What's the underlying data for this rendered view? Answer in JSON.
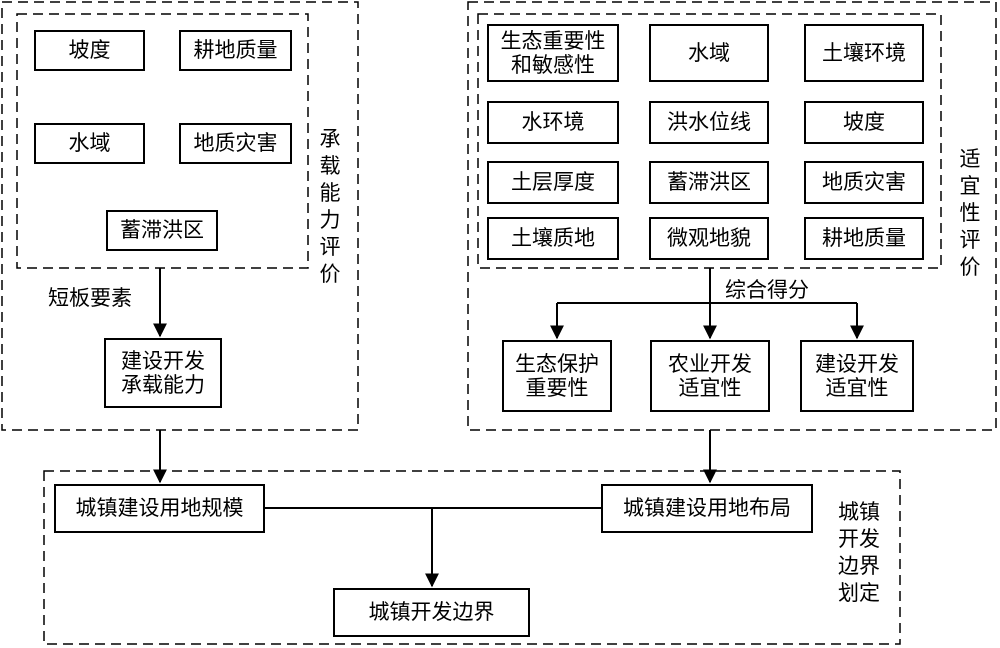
{
  "left_group": {
    "title": "承载能力评价",
    "factors": [
      "坡度",
      "耕地质量",
      "水域",
      "地质灾害",
      "蓄滞洪区"
    ],
    "edge_label": "短板要素",
    "result": "建设开发\n承载能力"
  },
  "right_group": {
    "title": "适宜性评价",
    "factors": [
      "生态重要性\n和敏感性",
      "水域",
      "土壤环境",
      "水环境",
      "洪水位线",
      "坡度",
      "土层厚度",
      "蓄滞洪区",
      "地质灾害",
      "土壤质地",
      "微观地貌",
      "耕地质量"
    ],
    "edge_label": "综合得分",
    "results": [
      "生态保护\n重要性",
      "农业开发\n适宜性",
      "建设开发\n适宜性"
    ]
  },
  "bottom_group": {
    "title": "城镇开发边界划定",
    "scale": "城镇建设用地规模",
    "layout": "城镇建设用地布局",
    "boundary": "城镇开发边界"
  }
}
